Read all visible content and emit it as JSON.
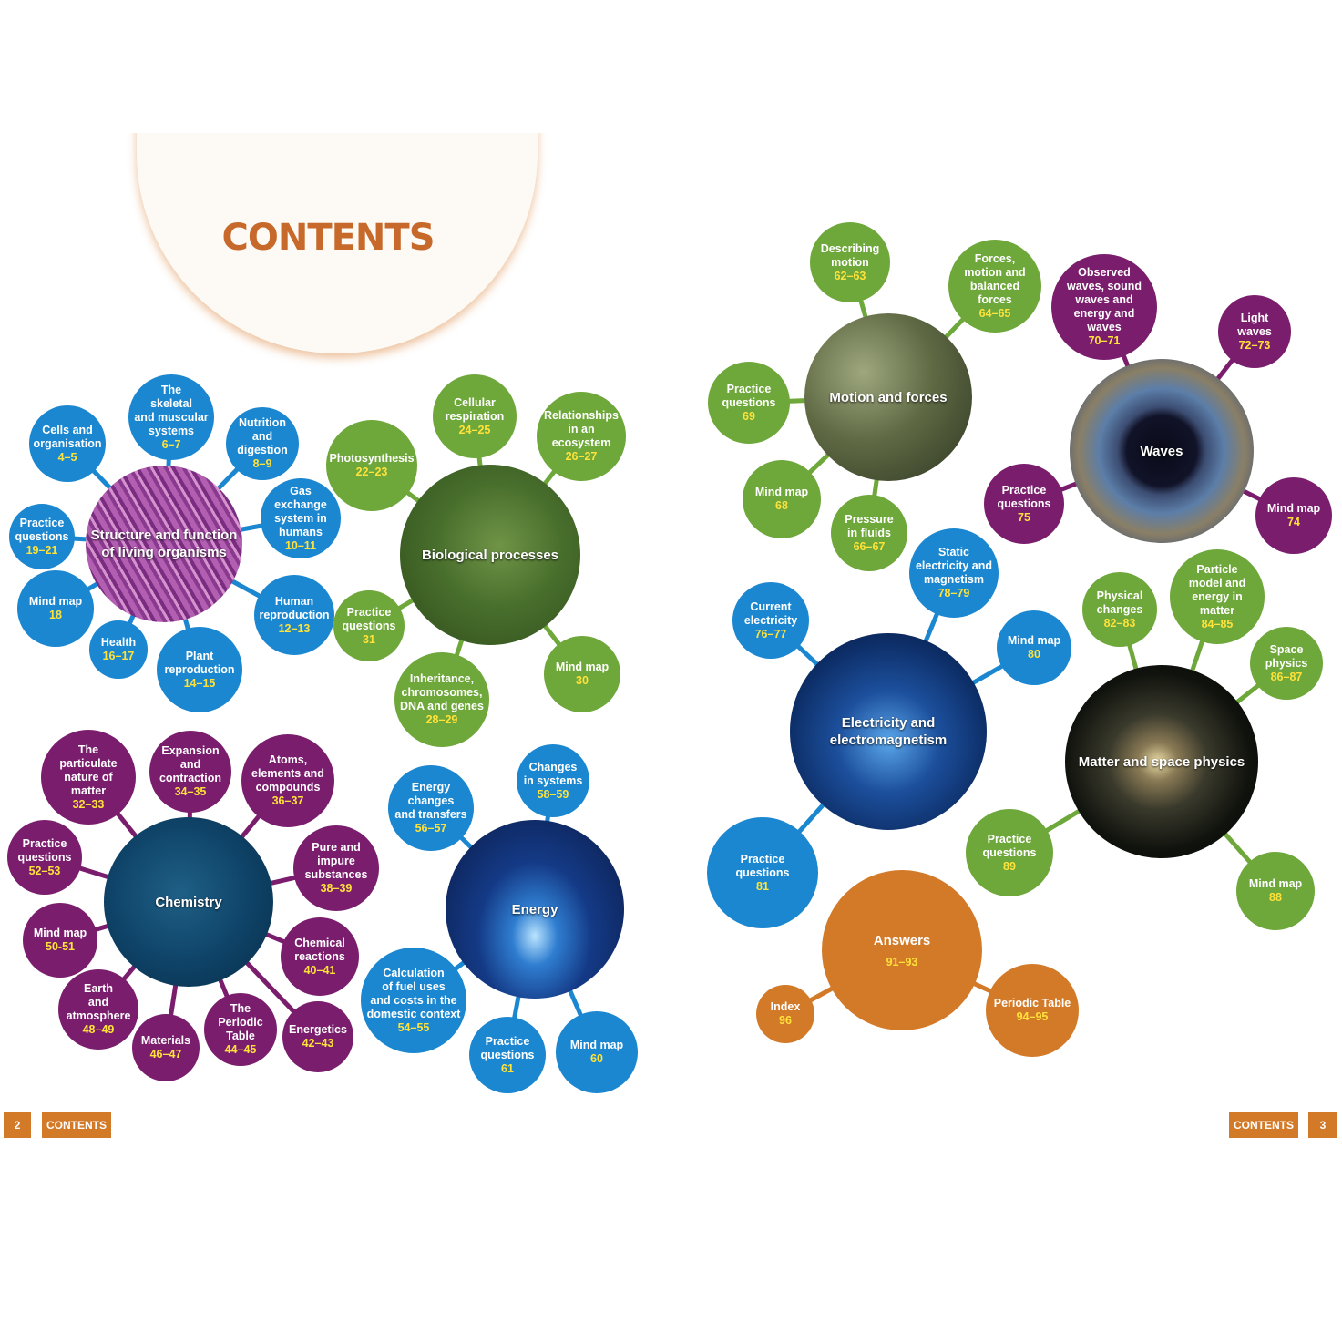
{
  "title": "CONTENTS",
  "footer": {
    "left_page": "2",
    "left_label": "CONTENTS",
    "right_label": "CONTENTS",
    "right_page": "3"
  },
  "colors": {
    "blue": "#1a87d0",
    "green": "#6ea73a",
    "purple": "#7a1d6d",
    "orange": "#d37a29",
    "page_yellow": "#ffe23a"
  },
  "clusters": {
    "structure": {
      "hub": "Structure and function\nof living organisms",
      "nodes": [
        {
          "label": "Cells and\norganisation",
          "pages": "4–5"
        },
        {
          "label": "The\nskeletal\nand muscular\nsystems",
          "pages": "6–7"
        },
        {
          "label": "Nutrition\nand\ndigestion",
          "pages": "8–9"
        },
        {
          "label": "Gas\nexchange\nsystem in\nhumans",
          "pages": "10–11"
        },
        {
          "label": "Human\nreproduction",
          "pages": "12–13"
        },
        {
          "label": "Plant\nreproduction",
          "pages": "14–15"
        },
        {
          "label": "Health",
          "pages": "16–17"
        },
        {
          "label": "Mind map",
          "pages": "18"
        },
        {
          "label": "Practice\nquestions",
          "pages": "19–21"
        }
      ]
    },
    "biological": {
      "hub": "Biological processes",
      "nodes": [
        {
          "label": "Photosynthesis",
          "pages": "22–23"
        },
        {
          "label": "Cellular\nrespiration",
          "pages": "24–25"
        },
        {
          "label": "Relationships\nin an ecosystem",
          "pages": "26–27"
        },
        {
          "label": "Inheritance,\nchromosomes,\nDNA and genes",
          "pages": "28–29"
        },
        {
          "label": "Mind map",
          "pages": "30"
        },
        {
          "label": "Practice\nquestions",
          "pages": "31"
        }
      ]
    },
    "chemistry": {
      "hub": "Chemistry",
      "nodes": [
        {
          "label": "The\nparticulate\nnature of matter",
          "pages": "32–33"
        },
        {
          "label": "Expansion\nand\ncontraction",
          "pages": "34–35"
        },
        {
          "label": "Atoms,\nelements and\ncompounds",
          "pages": "36–37"
        },
        {
          "label": "Pure and\nimpure\nsubstances",
          "pages": "38–39"
        },
        {
          "label": "Chemical\nreactions",
          "pages": "40–41"
        },
        {
          "label": "Energetics",
          "pages": "42–43"
        },
        {
          "label": "The\nPeriodic\nTable",
          "pages": "44–45"
        },
        {
          "label": "Materials",
          "pages": "46–47"
        },
        {
          "label": "Earth\nand\natmosphere",
          "pages": "48–49"
        },
        {
          "label": "Mind map",
          "pages": "50-51"
        },
        {
          "label": "Practice\nquestions",
          "pages": "52–53"
        }
      ]
    },
    "energy": {
      "hub": "Energy",
      "nodes": [
        {
          "label": "Calculation\nof fuel uses\nand costs in the\ndomestic context",
          "pages": "54–55"
        },
        {
          "label": "Energy\nchanges\nand transfers",
          "pages": "56–57"
        },
        {
          "label": "Changes\nin systems",
          "pages": "58–59"
        },
        {
          "label": "Mind map",
          "pages": "60"
        },
        {
          "label": "Practice\nquestions",
          "pages": "61"
        }
      ]
    },
    "motion": {
      "hub": "Motion and forces",
      "nodes": [
        {
          "label": "Describing\nmotion",
          "pages": "62–63"
        },
        {
          "label": "Forces,\nmotion and\nbalanced forces",
          "pages": "64–65"
        },
        {
          "label": "Pressure\nin fluids",
          "pages": "66–67"
        },
        {
          "label": "Mind map",
          "pages": "68"
        },
        {
          "label": "Practice\nquestions",
          "pages": "69"
        }
      ]
    },
    "waves": {
      "hub": "Waves",
      "nodes": [
        {
          "label": "Observed\nwaves, sound\nwaves and\nenergy and\nwaves",
          "pages": "70–71"
        },
        {
          "label": "Light\nwaves",
          "pages": "72–73"
        },
        {
          "label": "Mind map",
          "pages": "74"
        },
        {
          "label": "Practice\nquestions",
          "pages": "75"
        }
      ]
    },
    "electricity": {
      "hub": "Electricity and\nelectromagnetism",
      "nodes": [
        {
          "label": "Current\nelectricity",
          "pages": "76–77"
        },
        {
          "label": "Static\nelectricity and\nmagnetism",
          "pages": "78–79"
        },
        {
          "label": "Mind map",
          "pages": "80"
        },
        {
          "label": "Practice questions",
          "pages": "81"
        }
      ]
    },
    "matter": {
      "hub": "Matter and space physics",
      "nodes": [
        {
          "label": "Physical\nchanges",
          "pages": "82–83"
        },
        {
          "label": "Particle\nmodel and\nenergy in\nmatter",
          "pages": "84–85"
        },
        {
          "label": "Space\nphysics",
          "pages": "86–87"
        },
        {
          "label": "Mind map",
          "pages": "88"
        },
        {
          "label": "Practice\nquestions",
          "pages": "89"
        }
      ]
    },
    "answers": {
      "hub": "Answers",
      "hub_pages": "91–93",
      "nodes": [
        {
          "label": "Index",
          "pages": "96"
        },
        {
          "label": "Periodic Table",
          "pages": "94–95"
        }
      ]
    }
  }
}
